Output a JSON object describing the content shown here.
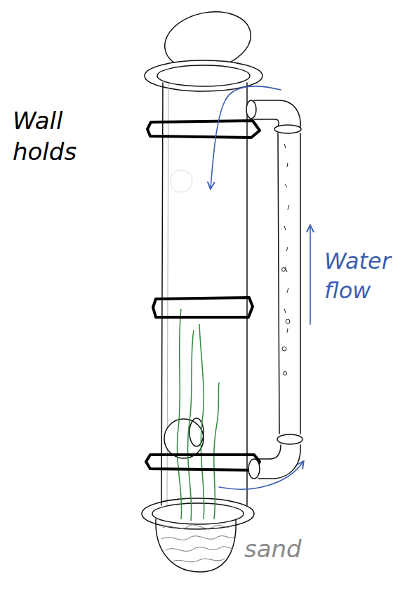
{
  "diagram": {
    "labels": [
      "Wall holds",
      "Water flow",
      "sand"
    ]
  }
}
